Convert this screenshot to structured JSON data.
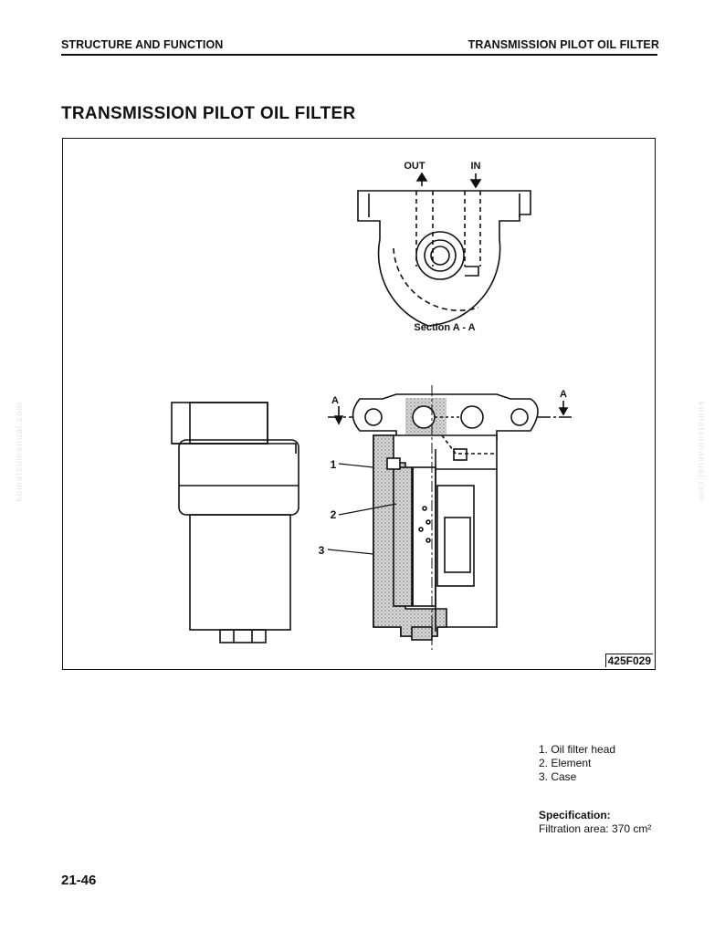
{
  "header": {
    "left": "STRUCTURE AND FUNCTION",
    "right": "TRANSMISSION PILOT OIL FILTER"
  },
  "title": "TRANSMISSION PILOT OIL FILTER",
  "figure": {
    "labels": {
      "out": "OUT",
      "in": "IN",
      "section": "Section A - A",
      "a_left": "A",
      "a_right": "A",
      "n1": "1",
      "n2": "2",
      "n3": "3"
    },
    "code": "425F029"
  },
  "legend": [
    "1. Oil filter head",
    "2. Element",
    "3. Case"
  ],
  "specification": {
    "title": "Specification:",
    "text": "Filtration area: 370 cm²"
  },
  "page_number": "21-46",
  "watermark": "komatsumanual.com"
}
